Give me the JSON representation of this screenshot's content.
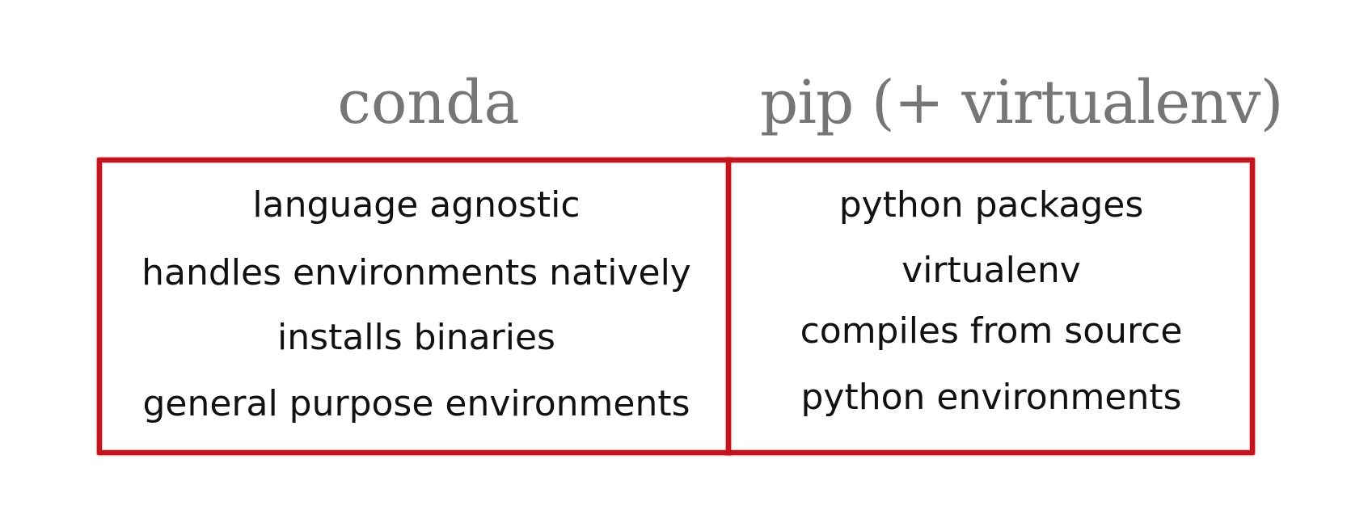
{
  "headings": {
    "left": "conda",
    "right": "pip (+ virtualenv)"
  },
  "left_items": [
    "language agnostic",
    "handles environments natively",
    "installs binaries",
    "general purpose environments"
  ],
  "right_items": [
    "python packages",
    "virtualenv",
    "compiles from source",
    "python environments"
  ],
  "colors": {
    "frame": "#c1141c",
    "heading": "#767676",
    "text": "#111111"
  }
}
